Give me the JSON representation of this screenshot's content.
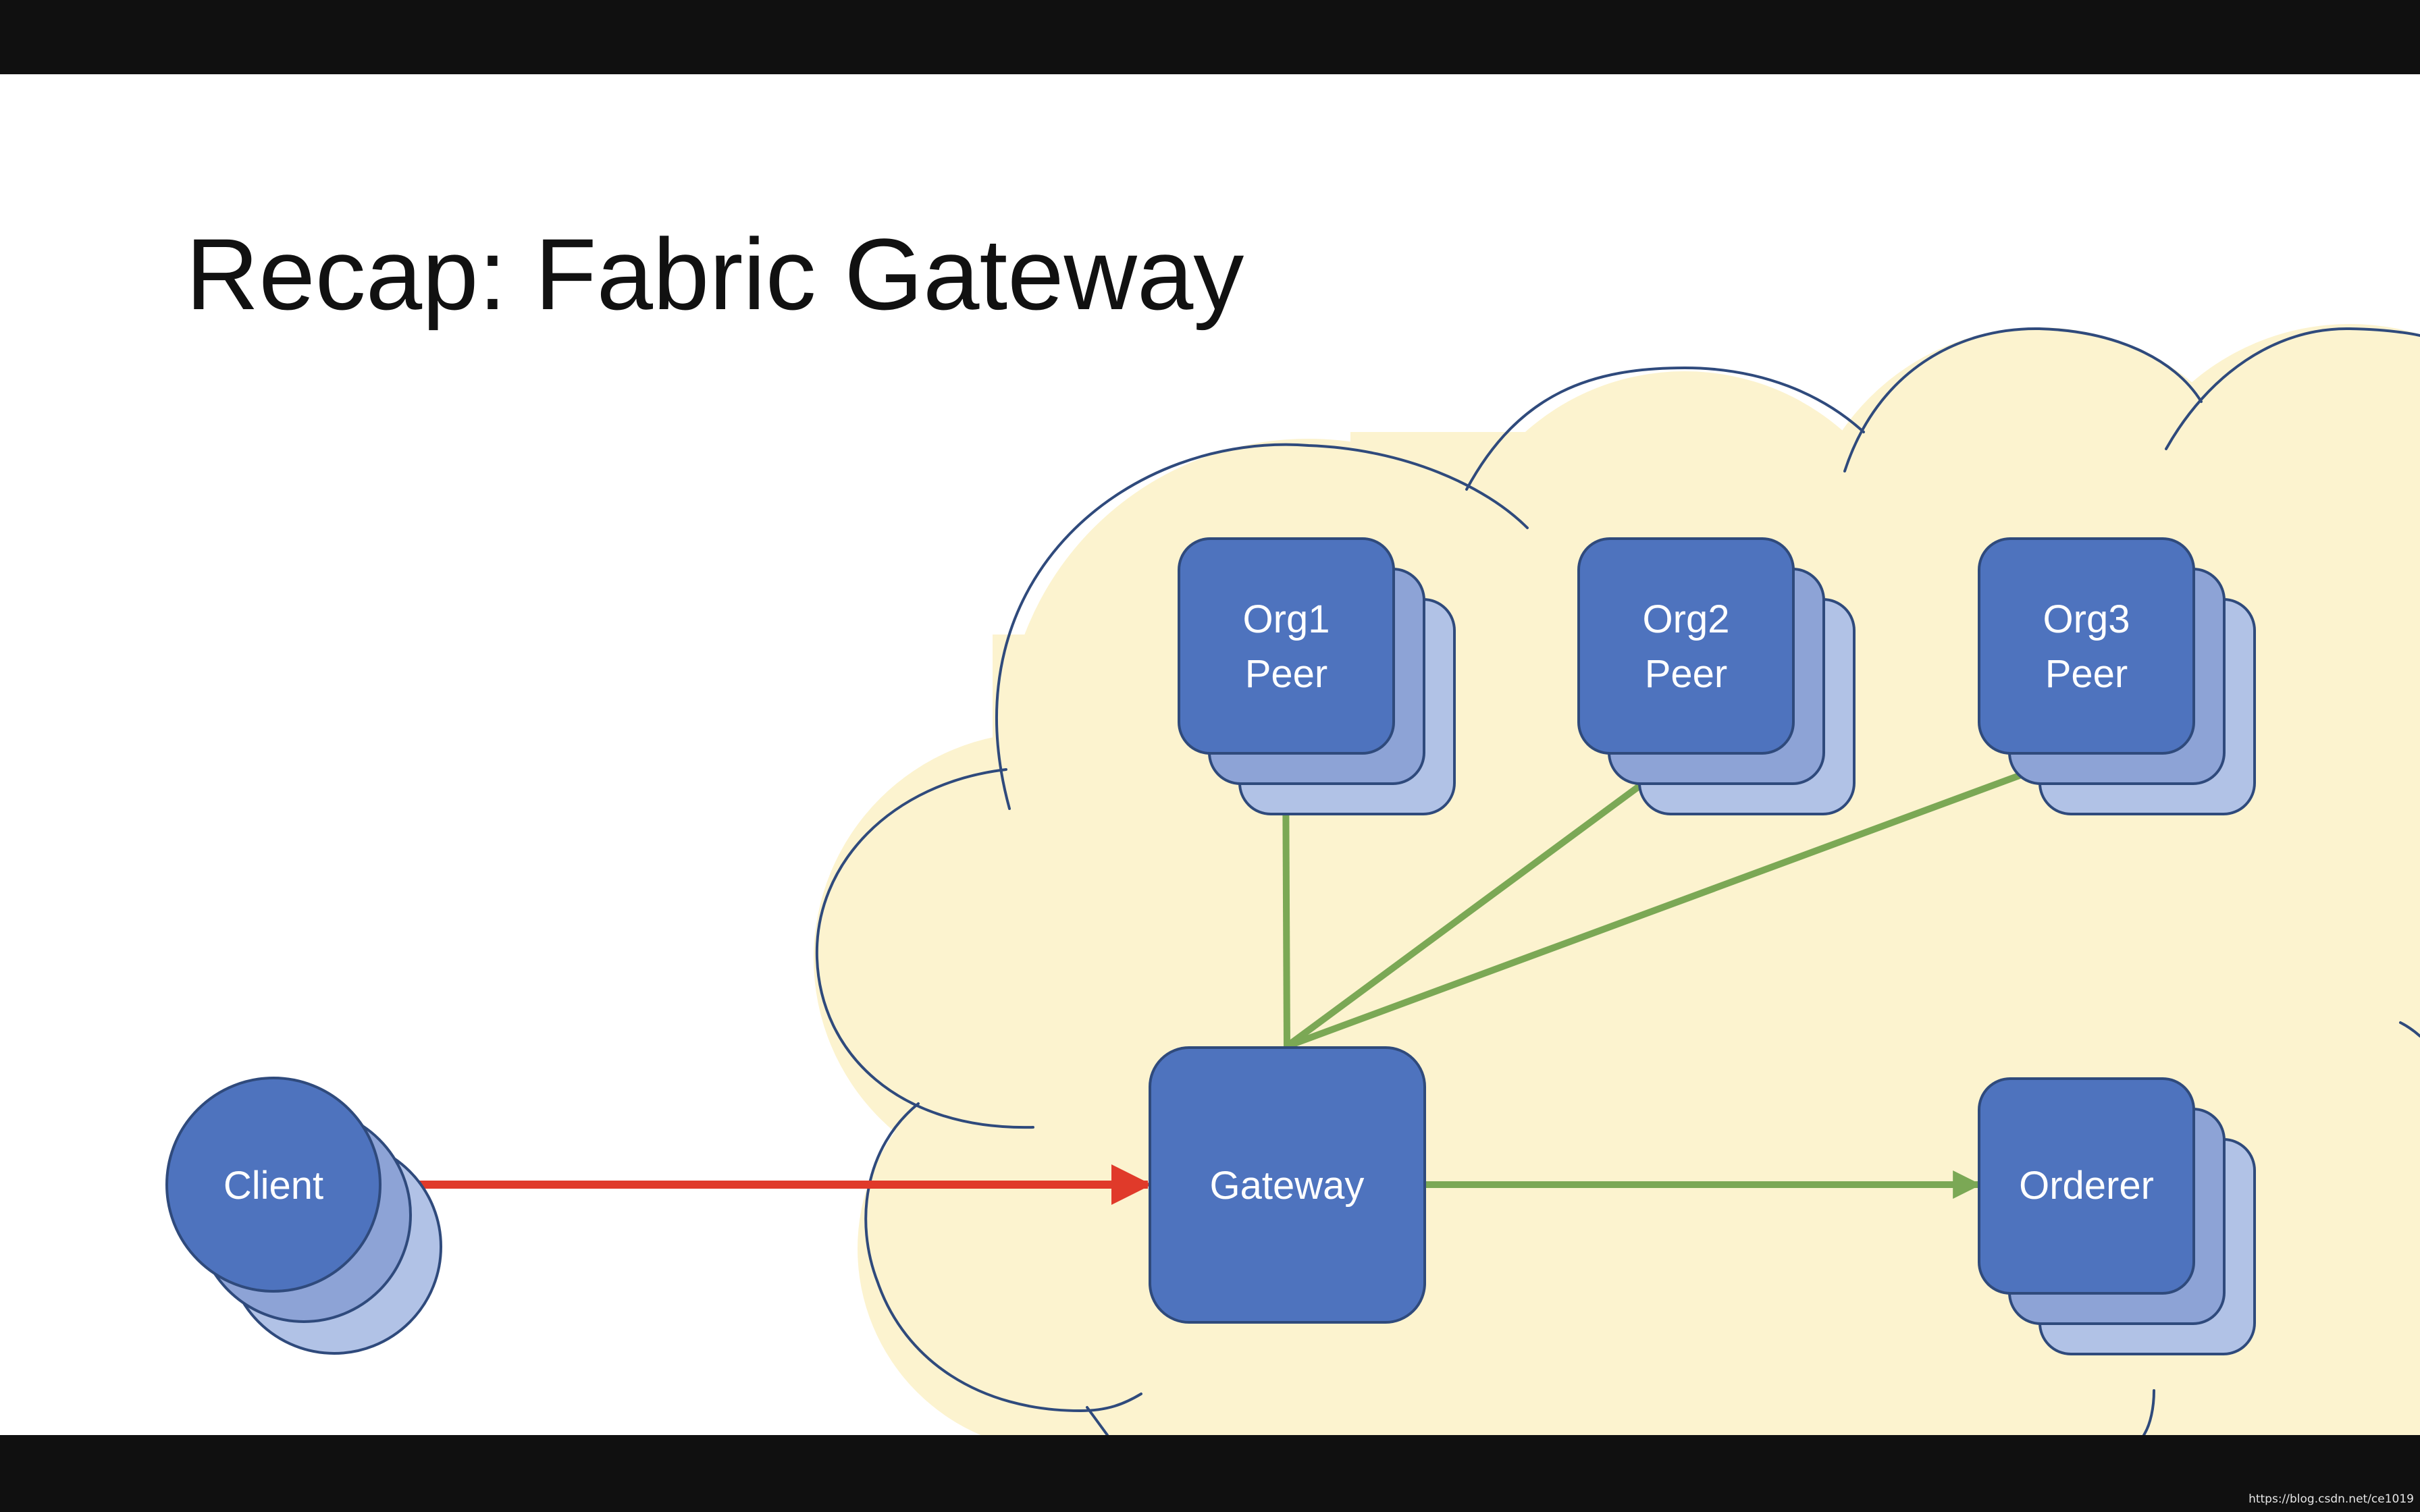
{
  "slide": {
    "title": "Recap: Fabric Gateway"
  },
  "nodes": {
    "client": {
      "label": "Client"
    },
    "gateway": {
      "label": "Gateway"
    },
    "org1_peer": {
      "line1": "Org1",
      "line2": "Peer"
    },
    "org2_peer": {
      "line1": "Org2",
      "line2": "Peer"
    },
    "org3_peer": {
      "line1": "Org3",
      "line2": "Peer"
    },
    "orderer": {
      "label": "Orderer"
    }
  },
  "watermark": "https://blog.csdn.net/ce1019",
  "colors": {
    "letterbox": "#101010",
    "slide_background": "#ffffff",
    "cloud_fill": "#fcf3cf",
    "cloud_outline": "#2f4a7c",
    "node_fill": "#4e73be",
    "node_stack_mid": "#8da3d6",
    "node_stack_back": "#b1c2e6",
    "node_outline": "#2f4a7c",
    "client_arrow": "#e03a2a",
    "gateway_arrow": "#7ba855"
  }
}
